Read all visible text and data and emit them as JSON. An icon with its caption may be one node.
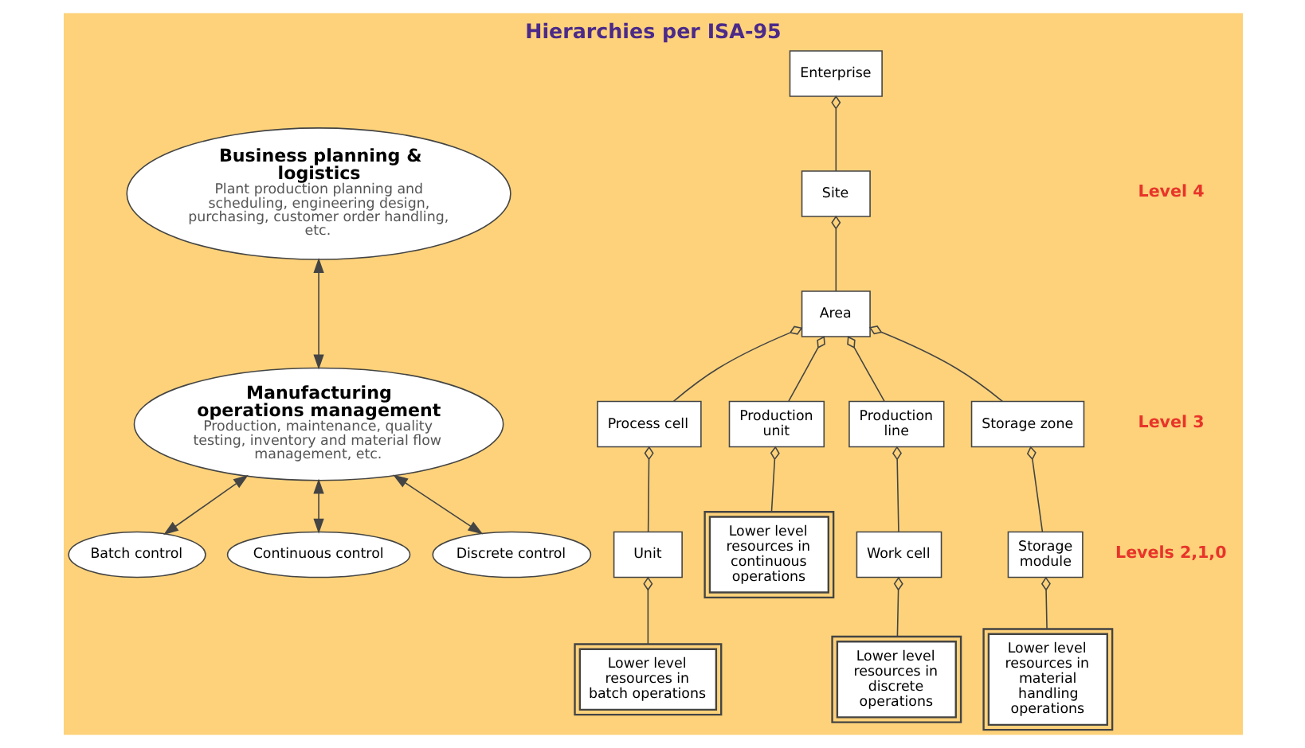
{
  "diagram": {
    "title": "Hierarchies per ISA-95",
    "nodes": [
      {
        "text": [
          "Business planning & logistics",
          "Plant production planning and scheduling, engineering design, purchasing, customer order handling, etc."
        ]
      },
      {
        "text": [
          "Manufacturing operations management",
          "Production, maintenance, quality testing, inventory and material flow management, etc."
        ]
      },
      {
        "text": [
          "Batch control"
        ]
      },
      {
        "text": [
          "Continuous control"
        ]
      },
      {
        "text": [
          "Discrete control"
        ]
      },
      {
        "text": [
          "Enterprise"
        ]
      },
      {
        "text": [
          "Site"
        ]
      },
      {
        "text": [
          "Area"
        ]
      },
      {
        "text": [
          "Process cell"
        ]
      },
      {
        "text": [
          "Production unit"
        ]
      },
      {
        "text": [
          "Production line"
        ]
      },
      {
        "text": [
          "Storage zone"
        ]
      },
      {
        "text": [
          "Unit"
        ]
      },
      {
        "text": [
          "Work cell"
        ]
      },
      {
        "text": [
          "Storage module"
        ]
      },
      {
        "text": [
          "Lower level resources in batch operations"
        ]
      },
      {
        "text": [
          "Lower level resources in continuous operations"
        ]
      },
      {
        "text": [
          "Lower level resources in discrete operations"
        ]
      },
      {
        "text": [
          "Lower level resources in material handling operations"
        ]
      }
    ],
    "edges": [
      {
        "from": 0,
        "to": 1,
        "arrow": "both"
      },
      {
        "from": 1,
        "to": 2,
        "arrow": "both"
      },
      {
        "from": 1,
        "to": 3,
        "arrow": "both"
      },
      {
        "from": 1,
        "to": 4,
        "arrow": "both"
      },
      {
        "from": 5,
        "to": 6,
        "arrow": "other"
      },
      {
        "from": 6,
        "to": 7,
        "arrow": "other"
      },
      {
        "from": 7,
        "to": 8,
        "arrow": "other"
      },
      {
        "from": 7,
        "to": 9,
        "arrow": "other"
      },
      {
        "from": 7,
        "to": 10,
        "arrow": "other"
      },
      {
        "from": 7,
        "to": 11,
        "arrow": "other"
      },
      {
        "from": 8,
        "to": 12,
        "arrow": "other"
      },
      {
        "from": 9,
        "to": 16,
        "arrow": "other"
      },
      {
        "from": 10,
        "to": 13,
        "arrow": "other"
      },
      {
        "from": 11,
        "to": 14,
        "arrow": "other"
      },
      {
        "from": 12,
        "to": 15,
        "arrow": "other"
      },
      {
        "from": 13,
        "to": 17,
        "arrow": "other"
      },
      {
        "from": 14,
        "to": 18,
        "arrow": "other"
      }
    ],
    "labels": [
      "Level 4",
      "Level 3",
      "Levels 2,1,0"
    ]
  }
}
